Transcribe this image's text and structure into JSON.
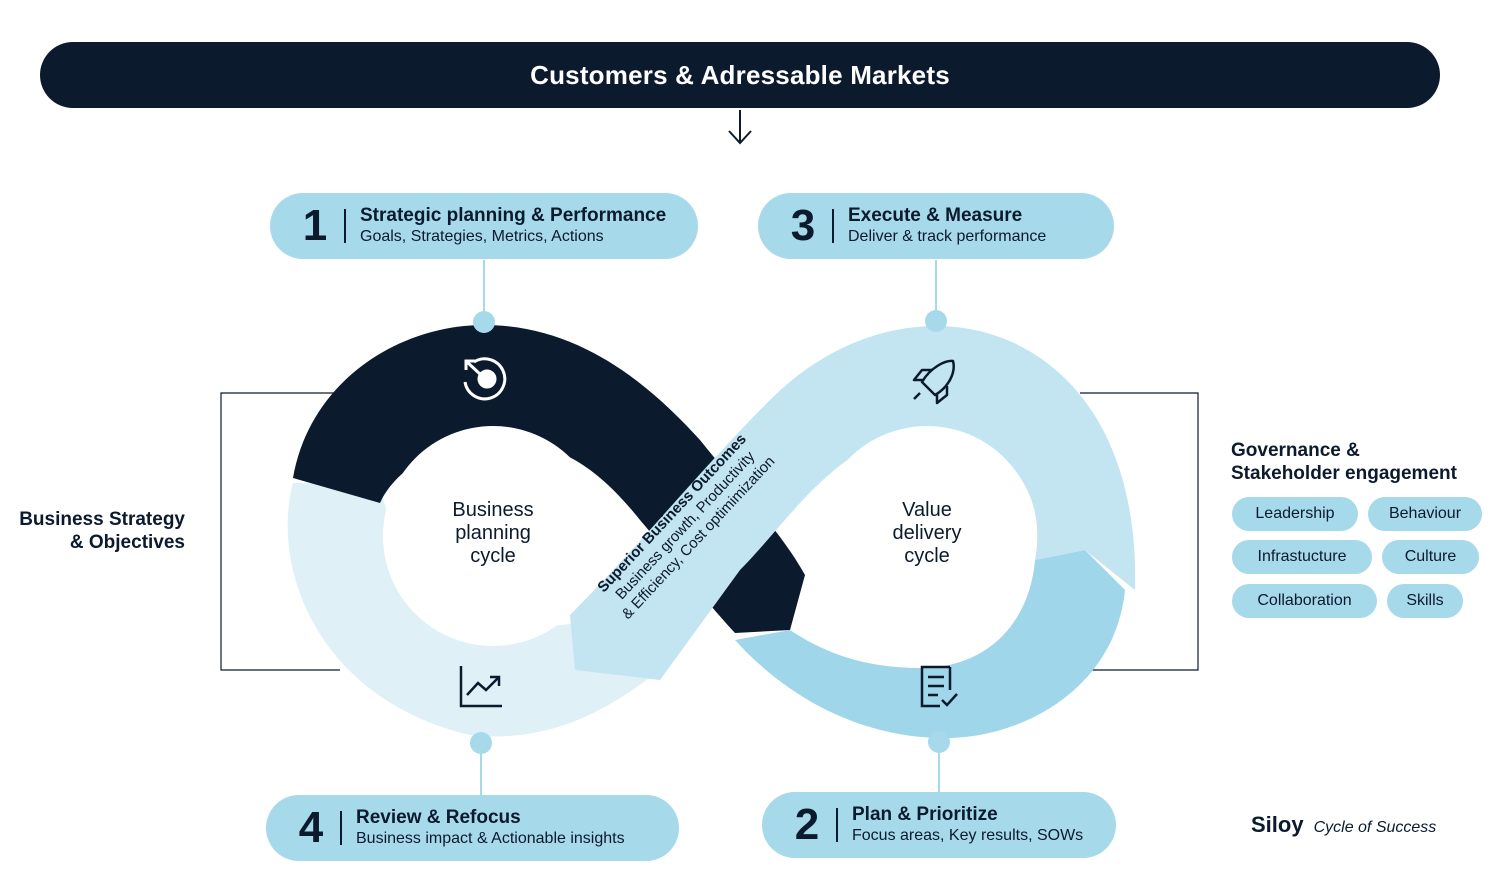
{
  "header": {
    "title": "Customers & Adressable Markets"
  },
  "steps": [
    {
      "number": "1",
      "title": "Strategic planning & Performance",
      "subtitle": "Goals, Strategies, Metrics, Actions"
    },
    {
      "number": "3",
      "title": "Execute & Measure",
      "subtitle": "Deliver & track performance"
    },
    {
      "number": "4",
      "title": "Review & Refocus",
      "subtitle": "Business impact & Actionable insights"
    },
    {
      "number": "2",
      "title": "Plan & Prioritize",
      "subtitle": "Focus areas, Key results, SOWs"
    }
  ],
  "left_label": {
    "line1": "Business Strategy",
    "line2": "& Objectives"
  },
  "governance": {
    "title_line1": "Governance &",
    "title_line2": "Stakeholder engagement",
    "chips": [
      "Leadership",
      "Behaviour",
      "Infrastucture",
      "Culture",
      "Collaboration",
      "Skills"
    ]
  },
  "cycles": {
    "left": [
      "Business",
      "planning",
      "cycle"
    ],
    "right": [
      "Value",
      "delivery",
      "cycle"
    ]
  },
  "outcomes": {
    "line1": "Superior Business Outcomes",
    "line2": "Business growth, Productivity",
    "line3": "& Efficiency, Cost optimimization"
  },
  "brand": {
    "name": "Siloy",
    "tagline": "Cycle of Success"
  },
  "colors": {
    "navy": "#0c1a2e",
    "pill_blue": "#a6d9ea",
    "ring_pale": "#e0f0f7",
    "ring_light": "#c3e4f1",
    "ring_mid": "#a0d6e9",
    "dot": "#a6d9ea"
  },
  "icons": [
    "target-arrow-icon",
    "rocket-icon",
    "trend-chart-icon",
    "checklist-icon",
    "arrow-down-icon"
  ]
}
